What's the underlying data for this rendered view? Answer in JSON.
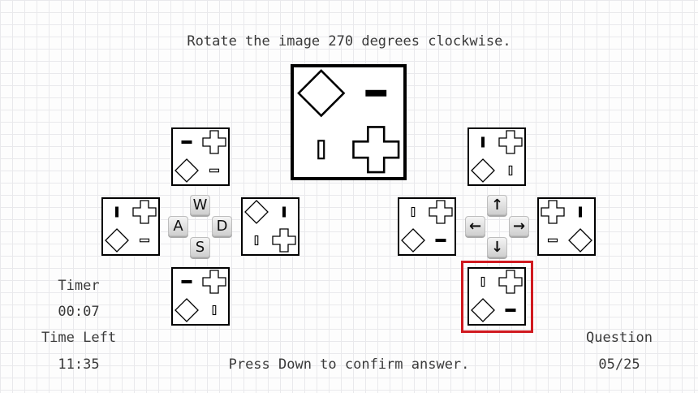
{
  "instruction": "Rotate the image 270 degrees clockwise.",
  "hint": "Press Down to confirm answer.",
  "timer": {
    "label": "Timer",
    "value": "00:07"
  },
  "time_left": {
    "label": "Time Left",
    "value": "11:35"
  },
  "question": {
    "label": "Question",
    "value": "05/25"
  },
  "wasd_keys": {
    "up": "W",
    "left": "A",
    "right": "D",
    "down": "S"
  },
  "arrow_keys": {
    "up": "↑",
    "left": "←",
    "right": "→",
    "down": "↓"
  },
  "selected_option": "arrow-down",
  "highlight_color": "#d0191f"
}
